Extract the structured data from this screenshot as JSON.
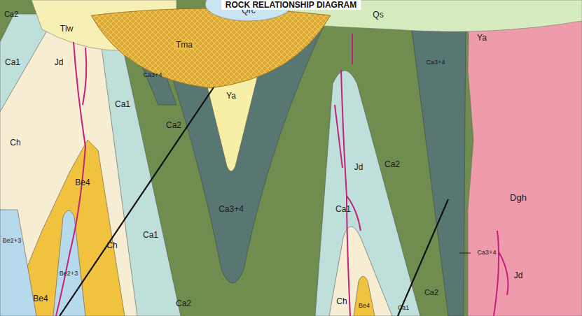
{
  "diagram": {
    "title": "ROCK RELATIONSHIP DIAGRAM",
    "labels": [
      "Ca2",
      "Qrc",
      "Qs",
      "Tlw",
      "Tma",
      "Ca1",
      "Jd",
      "Ca3+4",
      "Ca2",
      "Ca1",
      "Ya",
      "Ya",
      "Ca3+4",
      "Ch",
      "Be4",
      "Ca3+4",
      "Jd",
      "Ca1",
      "Ca2",
      "Dgh",
      "Ca1",
      "Ca3+4",
      "Jd",
      "Be2+3",
      "Ch",
      "Be2+3",
      "Be4",
      "Ch",
      "Ca2",
      "Be4",
      "Ca2",
      "Ca1"
    ]
  }
}
